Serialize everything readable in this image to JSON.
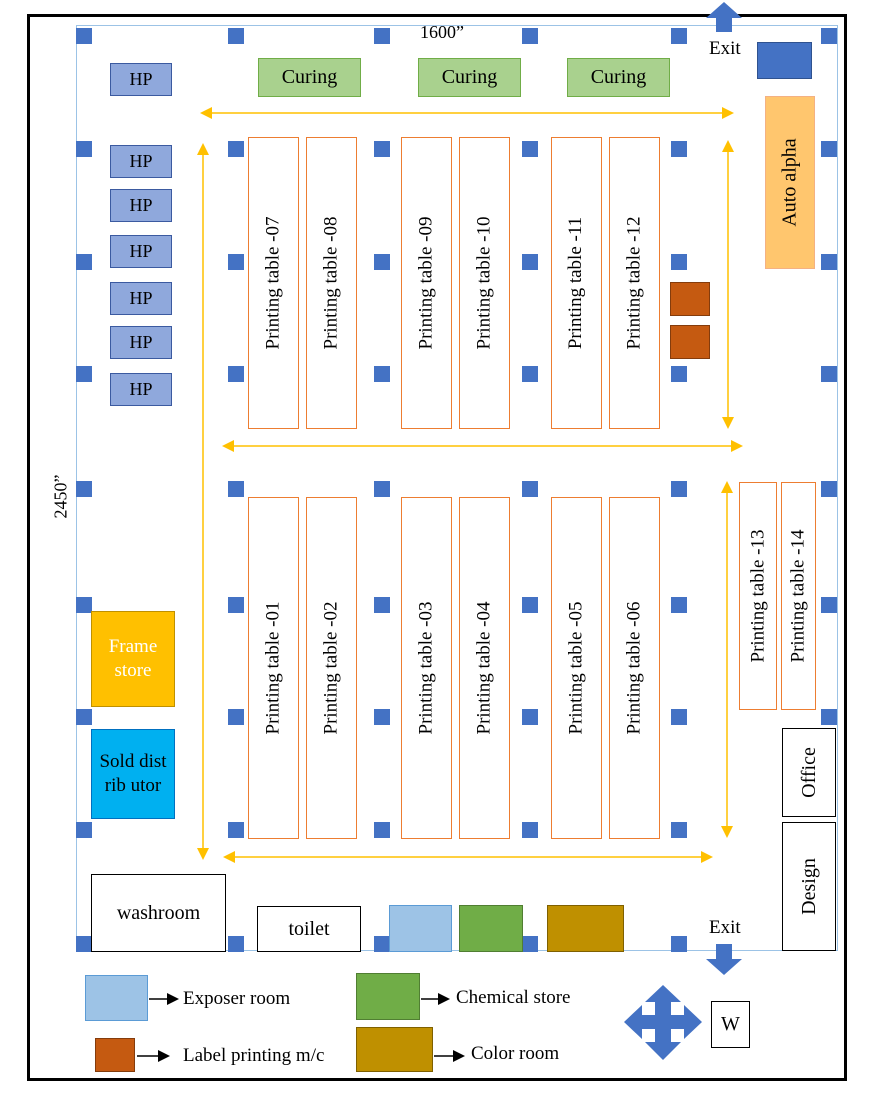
{
  "dimensions": {
    "width_label": "1600”",
    "height_label": "2450”"
  },
  "exits": {
    "top": "Exit",
    "bottom": "Exit"
  },
  "hp_label": "HP",
  "curing": [
    "Curing",
    "Curing",
    "Curing"
  ],
  "auto_alpha": "Auto alpha",
  "tables_top": [
    "Printing table -07",
    "Printing table -08",
    "Printing table -09",
    "Printing table -10",
    "Printing table -11",
    "Printing table -12"
  ],
  "tables_bottom": [
    "Printing table -01",
    "Printing table -02",
    "Printing table -03",
    "Printing table -04",
    "Printing table -05",
    "Printing table -06"
  ],
  "tables_side": [
    "Printing table -13",
    "Printing table -14"
  ],
  "rooms": {
    "frame_store": "Frame store",
    "sold_distributor": "Sold distrib utor",
    "office": "Office",
    "design": "Design",
    "washroom": "washroom",
    "toilet": "toilet"
  },
  "legend": {
    "exposer_room": "Exposer room",
    "chemical_store": "Chemical store",
    "label_printing": "Label printing m/c",
    "color_room": "Color room",
    "compass": "W"
  },
  "colors": {
    "pillar": "#4472c4",
    "hp": "#8fa8dc",
    "curing": "#a9d18e",
    "auto_alpha": "#ffc66e",
    "table_border": "#ed7d31",
    "label_mc": "#c55a11",
    "frame_store": "#ffc000",
    "sold_distributor": "#00b0f0",
    "exposer": "#9dc3e6",
    "chemical": "#70ad47",
    "color_room": "#bf9000",
    "arrow": "#ffc000"
  }
}
